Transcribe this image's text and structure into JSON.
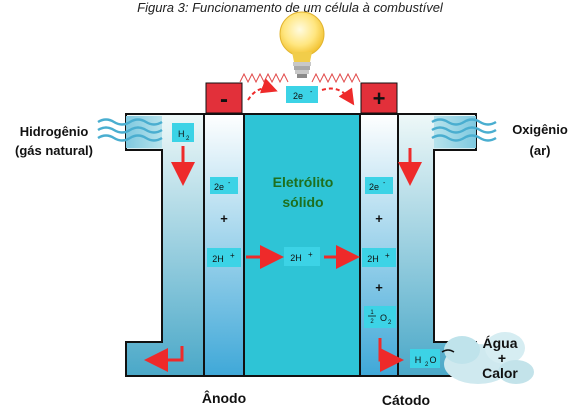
{
  "caption": "Figura 3: Funcionamento de um célula à combustível",
  "colors": {
    "electrolyte": "#2ec4d6",
    "electrode_top": "#ffffff",
    "electrode_bottom": "#3fa8d8",
    "channel_top": "#e9f6f6",
    "channel_bottom": "#46a7c9",
    "terminal_red": "#e2303a",
    "arrow_red": "#ee2a2a",
    "badge_cyan": "#3cd3e6",
    "label_green": "#1e6f1e"
  },
  "labels": {
    "terminal_neg": "-",
    "terminal_pos": "+",
    "external_electrons": "2e",
    "external_electrons_sup": "-",
    "hydrogen_in_line1": "Hidrogênio",
    "hydrogen_in_line2": "(gás natural)",
    "oxygen_in_line1": "Oxigênio",
    "oxygen_in_line2": "(ar)",
    "h2": "H",
    "h2_sub": "2",
    "electrolyte_line1": "Eletrólito",
    "electrolyte_line2": "sólido",
    "anode_electrons": "2e",
    "anode_electrons_sup": "-",
    "anode_plus": "+",
    "anode_protons": "2H",
    "anode_protons_sup": "+",
    "middle_protons": "2H",
    "middle_protons_sup": "+",
    "cathode_electrons": "2e",
    "cathode_electrons_sup": "-",
    "cathode_plus1": "+",
    "cathode_protons": "2H",
    "cathode_protons_sup": "+",
    "cathode_plus2": "+",
    "half_num": "1",
    "half_den": "2",
    "o2": "O",
    "o2_sub": "2",
    "water": "H",
    "water_sub": "2",
    "water_o": "O",
    "product_water": "Água",
    "product_plus": "+",
    "product_heat": "Calor",
    "anode": "Ânodo",
    "cathode": "Cátodo"
  }
}
